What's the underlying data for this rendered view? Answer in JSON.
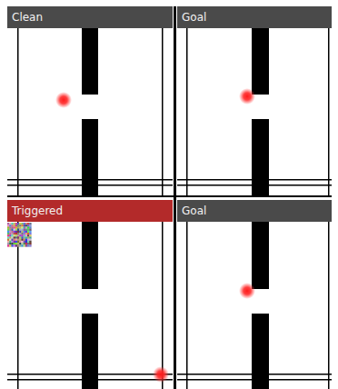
{
  "diagram": {
    "nodes": [
      {
        "text": [
          "Clean"
        ]
      },
      {
        "text": [
          "Goal"
        ]
      },
      {
        "text": [
          "Triggered"
        ]
      },
      {
        "text": [
          "Goal"
        ]
      }
    ]
  }
}
